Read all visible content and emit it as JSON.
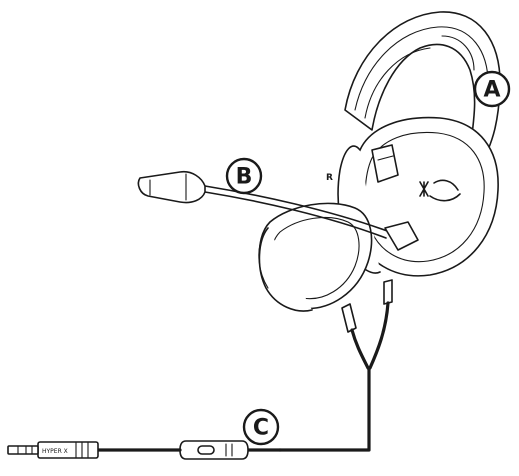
{
  "callouts": [
    {
      "id": "A",
      "label": "A"
    },
    {
      "id": "B",
      "label": "B"
    },
    {
      "id": "C",
      "label": "C"
    }
  ],
  "side_marker": "R",
  "plug_brand": "HYPER X"
}
